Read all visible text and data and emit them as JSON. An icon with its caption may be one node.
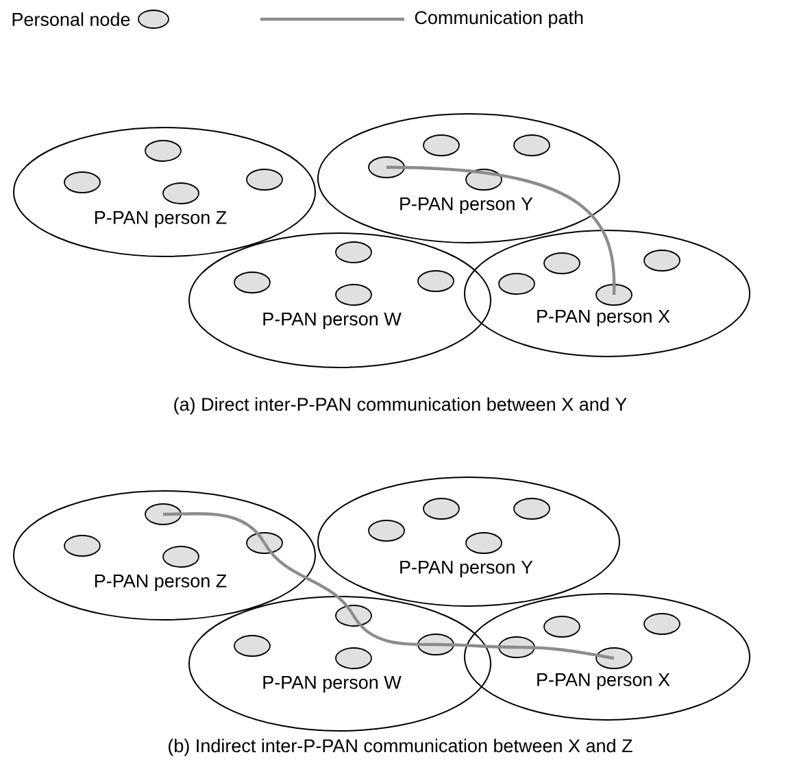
{
  "diagram": {
    "nodes": [
      {
        "text": [
          "P-PAN person Z"
        ]
      },
      {
        "text": [],
        "shape": "ellipse",
        "in": 0
      },
      {
        "text": [],
        "shape": "ellipse",
        "in": 0
      },
      {
        "text": [],
        "shape": "ellipse",
        "in": 0
      },
      {
        "text": [],
        "shape": "ellipse",
        "in": 0
      },
      {
        "text": [
          "P-PAN person Y"
        ]
      },
      {
        "text": [],
        "shape": "ellipse",
        "in": 5
      },
      {
        "text": [],
        "shape": "ellipse",
        "in": 5
      },
      {
        "text": [],
        "shape": "ellipse",
        "in": 5
      },
      {
        "text": [],
        "shape": "ellipse",
        "in": 5
      },
      {
        "text": [
          "P-PAN person W"
        ]
      },
      {
        "text": [],
        "shape": "ellipse",
        "in": 10
      },
      {
        "text": [],
        "shape": "ellipse",
        "in": 10
      },
      {
        "text": [],
        "shape": "ellipse",
        "in": 10
      },
      {
        "text": [],
        "shape": "ellipse",
        "in": 10
      },
      {
        "text": [
          "P-PAN person X"
        ]
      },
      {
        "text": [],
        "shape": "ellipse",
        "in": 15
      },
      {
        "text": [],
        "shape": "ellipse",
        "in": 15
      },
      {
        "text": [],
        "shape": "ellipse",
        "in": 15
      },
      {
        "text": [],
        "shape": "ellipse",
        "in": 15
      },
      {
        "text": [
          "P-PAN person Z"
        ]
      },
      {
        "text": [],
        "shape": "ellipse",
        "in": 20
      },
      {
        "text": [],
        "shape": "ellipse",
        "in": 20
      },
      {
        "text": [],
        "shape": "ellipse",
        "in": 20
      },
      {
        "text": [],
        "shape": "ellipse",
        "in": 20
      },
      {
        "text": [
          "P-PAN person Y"
        ]
      },
      {
        "text": [],
        "shape": "ellipse",
        "in": 25
      },
      {
        "text": [],
        "shape": "ellipse",
        "in": 25
      },
      {
        "text": [],
        "shape": "ellipse",
        "in": 25
      },
      {
        "text": [],
        "shape": "ellipse",
        "in": 25
      },
      {
        "text": [
          "P-PAN person W"
        ]
      },
      {
        "text": [],
        "shape": "ellipse",
        "in": 30
      },
      {
        "text": [],
        "shape": "ellipse",
        "in": 30
      },
      {
        "text": [],
        "shape": "ellipse",
        "in": 30
      },
      {
        "text": [],
        "shape": "ellipse",
        "in": 30
      },
      {
        "text": [
          "P-PAN person X"
        ]
      },
      {
        "text": [],
        "shape": "ellipse",
        "in": 35
      },
      {
        "text": [],
        "shape": "ellipse",
        "in": 35
      },
      {
        "text": [],
        "shape": "ellipse",
        "in": 35
      },
      {
        "text": [],
        "shape": "ellipse",
        "in": 35
      }
    ],
    "edges": [
      {
        "from": 8,
        "to": 19,
        "arrow": "none"
      },
      {
        "from": 21,
        "to": 24,
        "arrow": "none"
      },
      {
        "from": 24,
        "to": 31,
        "arrow": "none"
      },
      {
        "from": 31,
        "to": 33,
        "arrow": "none"
      },
      {
        "from": 33,
        "to": 38,
        "arrow": "none"
      },
      {
        "from": 38,
        "to": 39,
        "arrow": "none"
      }
    ],
    "labels": [
      "(a) Direct inter-P-PAN communication between X and Y",
      "(b) Indirect inter-P-PAN communication between X and Z"
    ],
    "legend": [
      {
        "text": "Personal node"
      },
      {
        "text": "Communication path"
      }
    ]
  }
}
